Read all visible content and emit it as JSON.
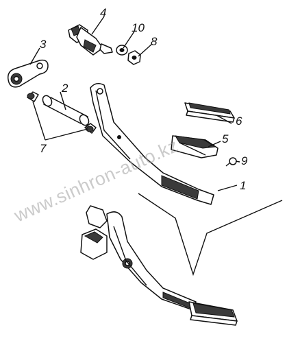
{
  "callouts": {
    "c1": "1",
    "c2": "2",
    "c3": "3",
    "c4": "4",
    "c5": "5",
    "c6": "6",
    "c7": "7",
    "c8": "8",
    "c9": "9",
    "c10": "10"
  },
  "watermark": "www.sinhron-auto.kz"
}
